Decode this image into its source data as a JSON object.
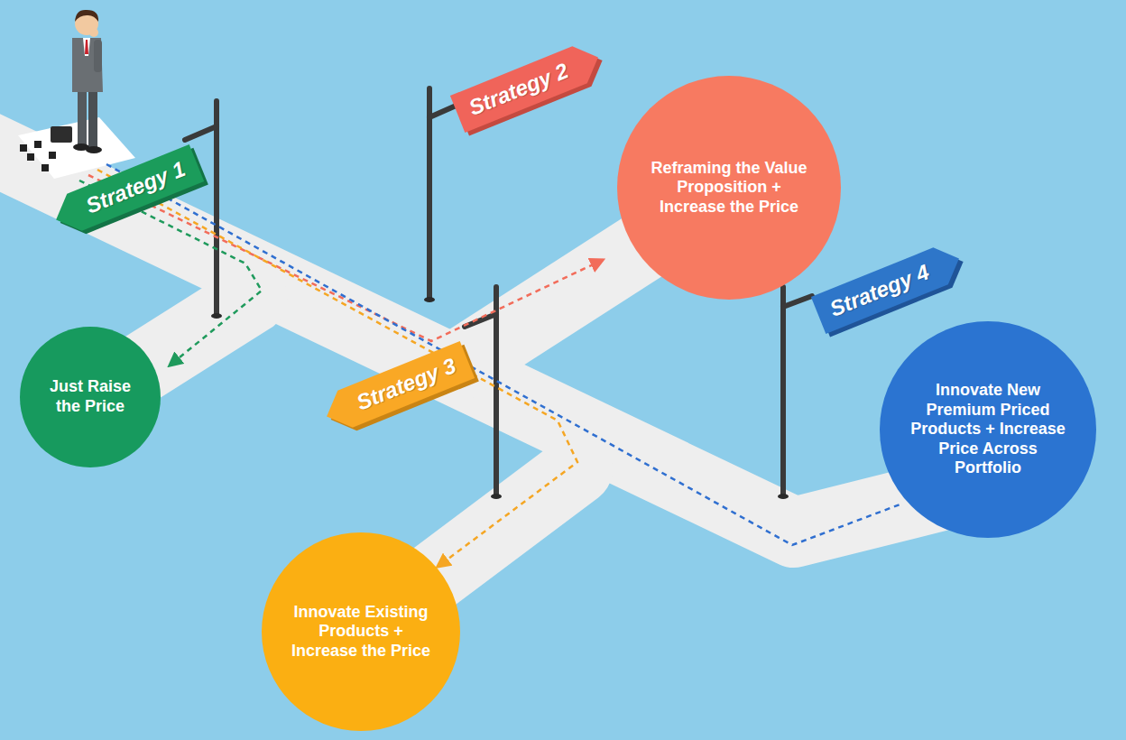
{
  "diagram": {
    "nodes": [
      {
        "text": [
          "Strategy 1"
        ]
      },
      {
        "text": [
          "Just Raise the Price"
        ]
      },
      {
        "text": [
          "Strategy 2"
        ]
      },
      {
        "text": [
          "Reframing the Value Proposition + Increase the Price"
        ]
      },
      {
        "text": [
          "Strategy 3"
        ]
      },
      {
        "text": [
          "Innovate Existing Products + Increase the Price"
        ]
      },
      {
        "text": [
          "Strategy 4"
        ]
      },
      {
        "text": [
          "Innovate New Premium Priced Products + Increase Price Across Portfolio"
        ]
      }
    ]
  }
}
